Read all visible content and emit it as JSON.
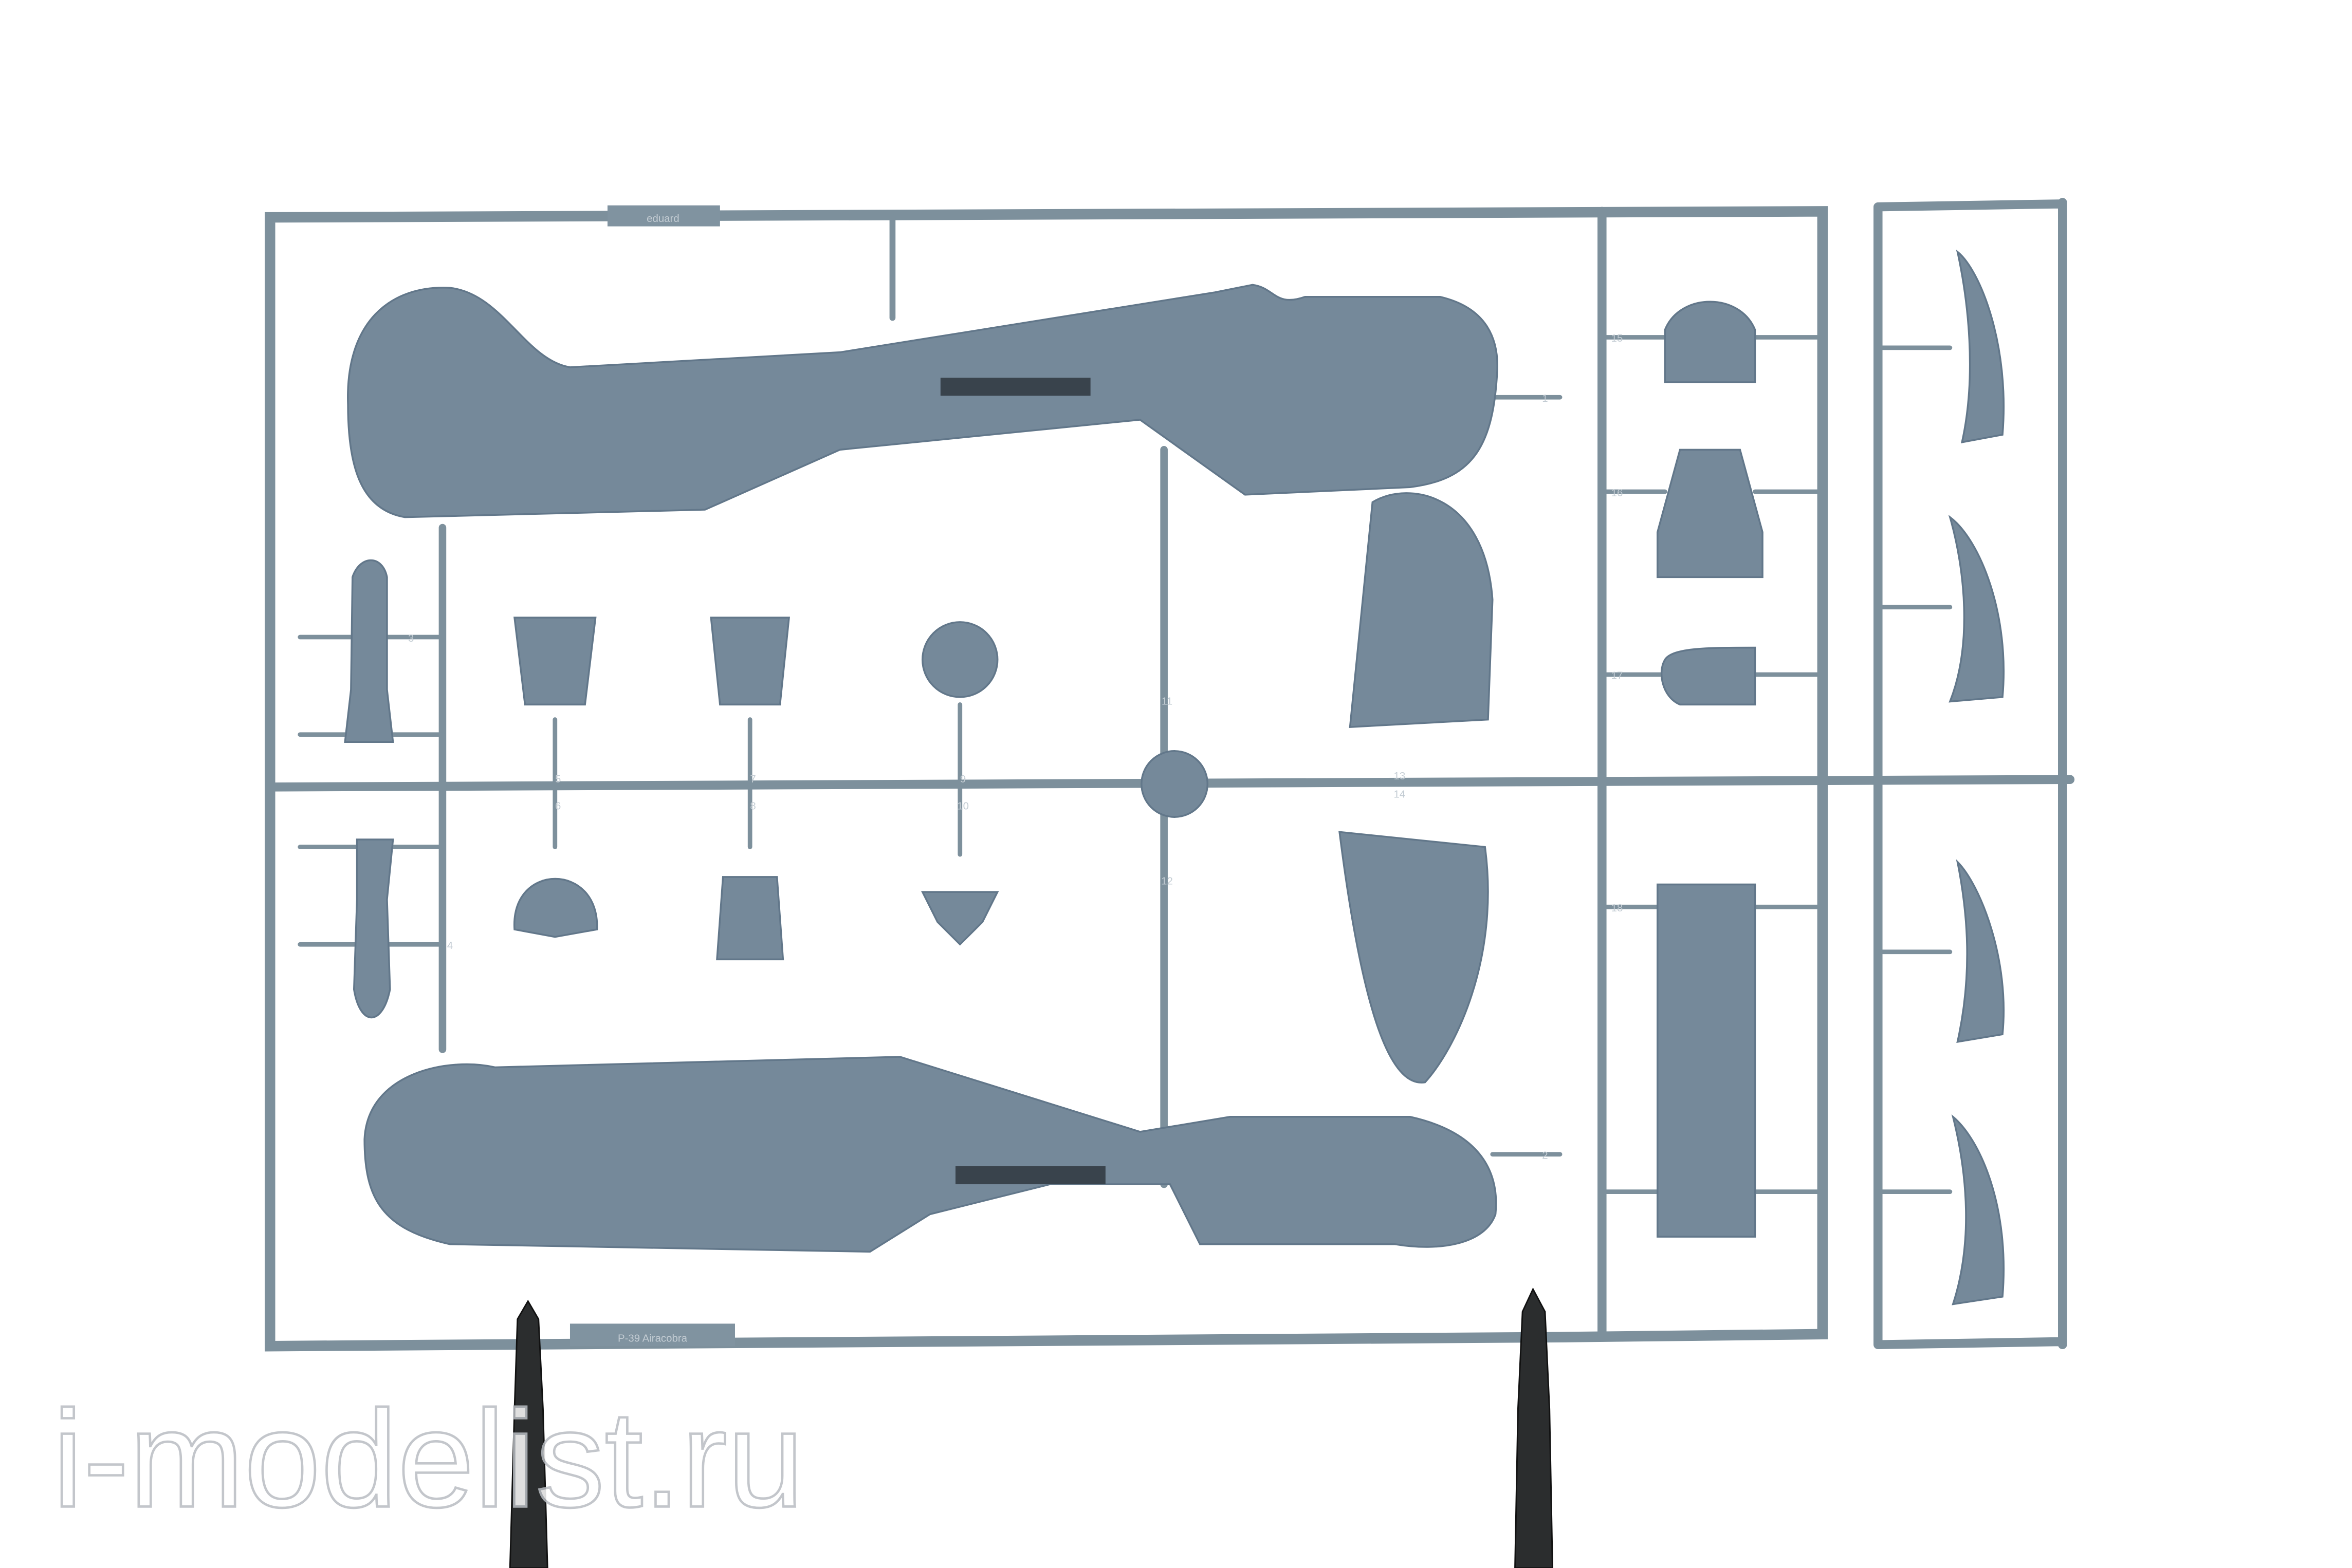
{
  "sprue": {
    "brand_tag": "eduard",
    "kit_tag": "P-39 Airacobra",
    "part_numbers": [
      "1",
      "2",
      "3",
      "4",
      "5",
      "6",
      "7",
      "8",
      "9",
      "10",
      "11",
      "12",
      "13",
      "14",
      "15",
      "16",
      "17",
      "18"
    ],
    "plastic_color": "#7a8e9c"
  },
  "watermark": "i-modelist.ru"
}
